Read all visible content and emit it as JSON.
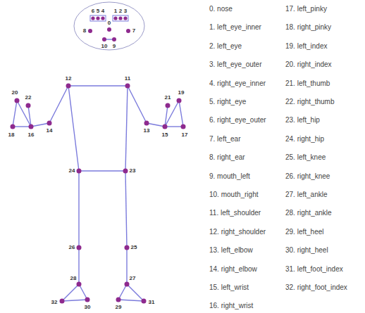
{
  "diagram": {
    "labels": [
      "0",
      "1",
      "2",
      "3",
      "4",
      "5",
      "6",
      "7",
      "8",
      "9",
      "10",
      "11",
      "12",
      "13",
      "14",
      "15",
      "16",
      "17",
      "18",
      "19",
      "20",
      "21",
      "22",
      "23",
      "24",
      "25",
      "26",
      "27",
      "28",
      "29",
      "30",
      "31",
      "32",
      "0. nose",
      "1. left_eye_inner",
      "2. left_eye",
      "3. left_eye_outer",
      "4. right_eye_inner",
      "5. right_eye",
      "6. right_eye_outer",
      "7. left_ear",
      "8. right_ear",
      "9. mouth_left",
      "10. mouth_right",
      "11. left_shoulder",
      "12. right_shoulder",
      "13. left_elbow",
      "14. right_elbow",
      "15. left_wrist",
      "16. right_wrist",
      "17. left_pinky",
      "18. right_pinky",
      "19. left_index",
      "20. right_index",
      "21. left_thumb",
      "22. right_thumb",
      "23. left_hip",
      "24. right_hip",
      "25. left_knee",
      "26. right_knee",
      "27. left_ankle",
      "28. right_ankle",
      "29. left_heel",
      "30. right_heel",
      "31. left_foot_index",
      "32. right_foot_index"
    ]
  }
}
